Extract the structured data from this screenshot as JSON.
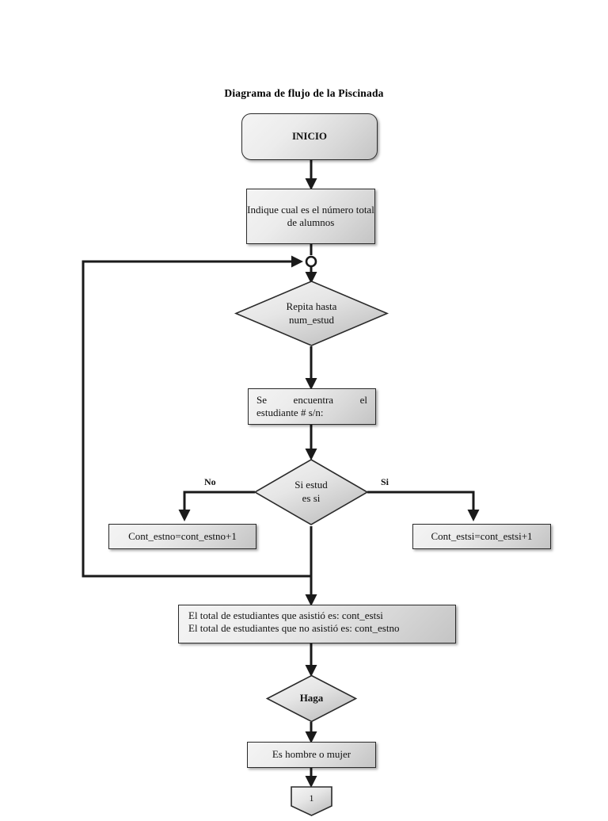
{
  "document": {
    "title": "Diagrama de flujo de la Piscinada",
    "page_background": "#ffffff",
    "shape_fill_light": "#f4f4f4",
    "shape_fill_dark": "#c4c4c4",
    "line_color": "#1a1a1a"
  },
  "nodes": {
    "start": {
      "label": "INICIO",
      "shape": "rounded-rectangle"
    },
    "input_total": {
      "label": "Indique cual es el número total de alumnos",
      "shape": "rectangle"
    },
    "loop_decision": {
      "label_line1": "Repita hasta",
      "label_line2": "num_estud",
      "shape": "diamond"
    },
    "find_student": {
      "line1": "Se      encuentra      el",
      "line2": "estudiante # s/n:",
      "shape": "rectangle"
    },
    "is_present": {
      "label_line1": "Si estud",
      "label_line2": "es si",
      "shape": "diamond"
    },
    "count_absent": {
      "label": "Cont_estno=cont_estno+1",
      "shape": "rectangle"
    },
    "count_present": {
      "label": "Cont_estsi=cont_estsi+1",
      "shape": "rectangle"
    },
    "totals_output": {
      "line1": "El total de estudiantes que asistió es: cont_estsi",
      "line2": "El total de estudiantes que no asistió es: cont_estno",
      "shape": "rectangle"
    },
    "haga": {
      "label": "Haga",
      "shape": "diamond"
    },
    "gender": {
      "label": "Es hombre o mujer",
      "shape": "rectangle"
    },
    "offpage": {
      "label": "1",
      "shape": "off-page-connector"
    }
  },
  "edge_labels": {
    "no": "No",
    "si": "Si"
  },
  "junction": {
    "name": "merge-junction",
    "shape": "small-circle"
  }
}
